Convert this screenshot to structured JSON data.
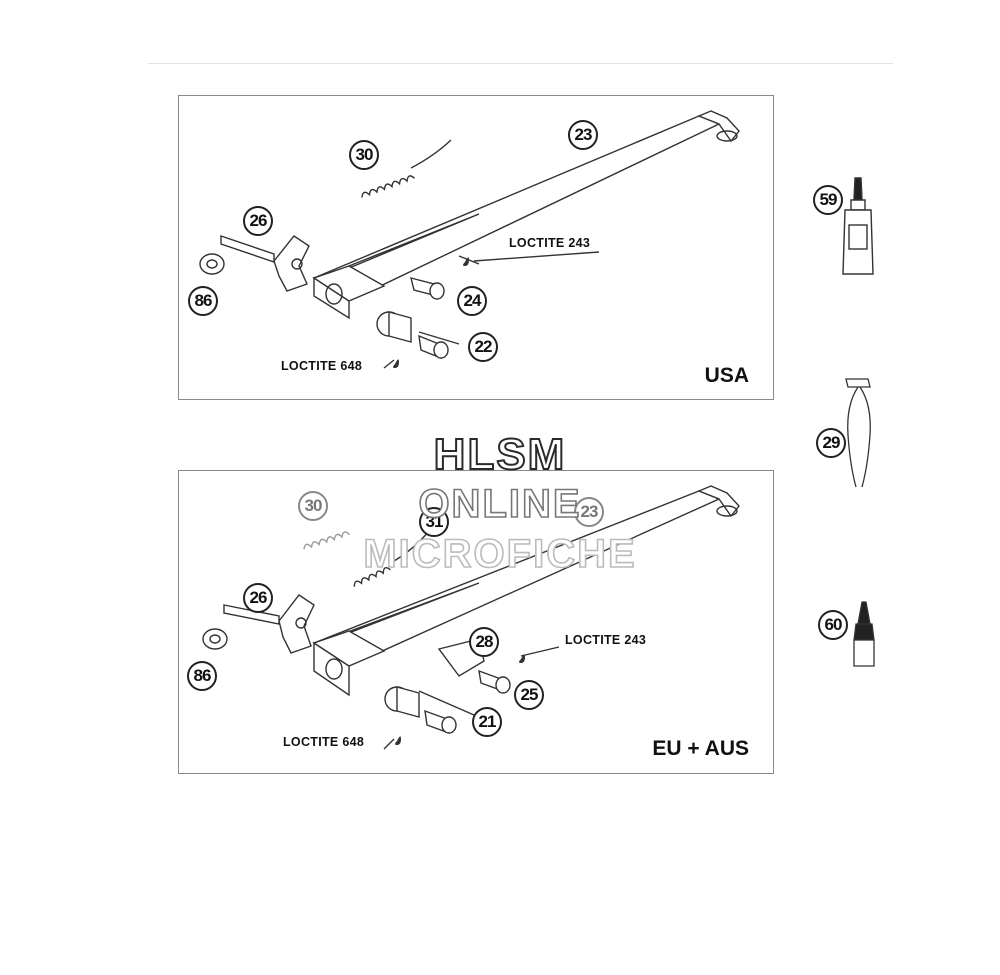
{
  "panels": {
    "usa": {
      "region": "USA",
      "callouts": {
        "p30": "30",
        "p23": "23",
        "p26": "26",
        "p86": "86",
        "p24": "24",
        "p22": "22"
      },
      "loctite_a": "LOCTITE 243",
      "loctite_b": "LOCTITE 648"
    },
    "eu": {
      "region": "EU + AUS",
      "callouts": {
        "p30": "30",
        "p31": "31",
        "p23": "23",
        "p26": "26",
        "p86": "86",
        "p28": "28",
        "p25": "25",
        "p21": "21"
      },
      "loctite_a": "LOCTITE 243",
      "loctite_b": "LOCTITE 648"
    }
  },
  "side_parts": {
    "p59": "59",
    "p29": "29",
    "p60": "60"
  },
  "watermark": {
    "line1": "HLSM",
    "line2": "ONLINE",
    "line3": "MICROFICHE"
  }
}
